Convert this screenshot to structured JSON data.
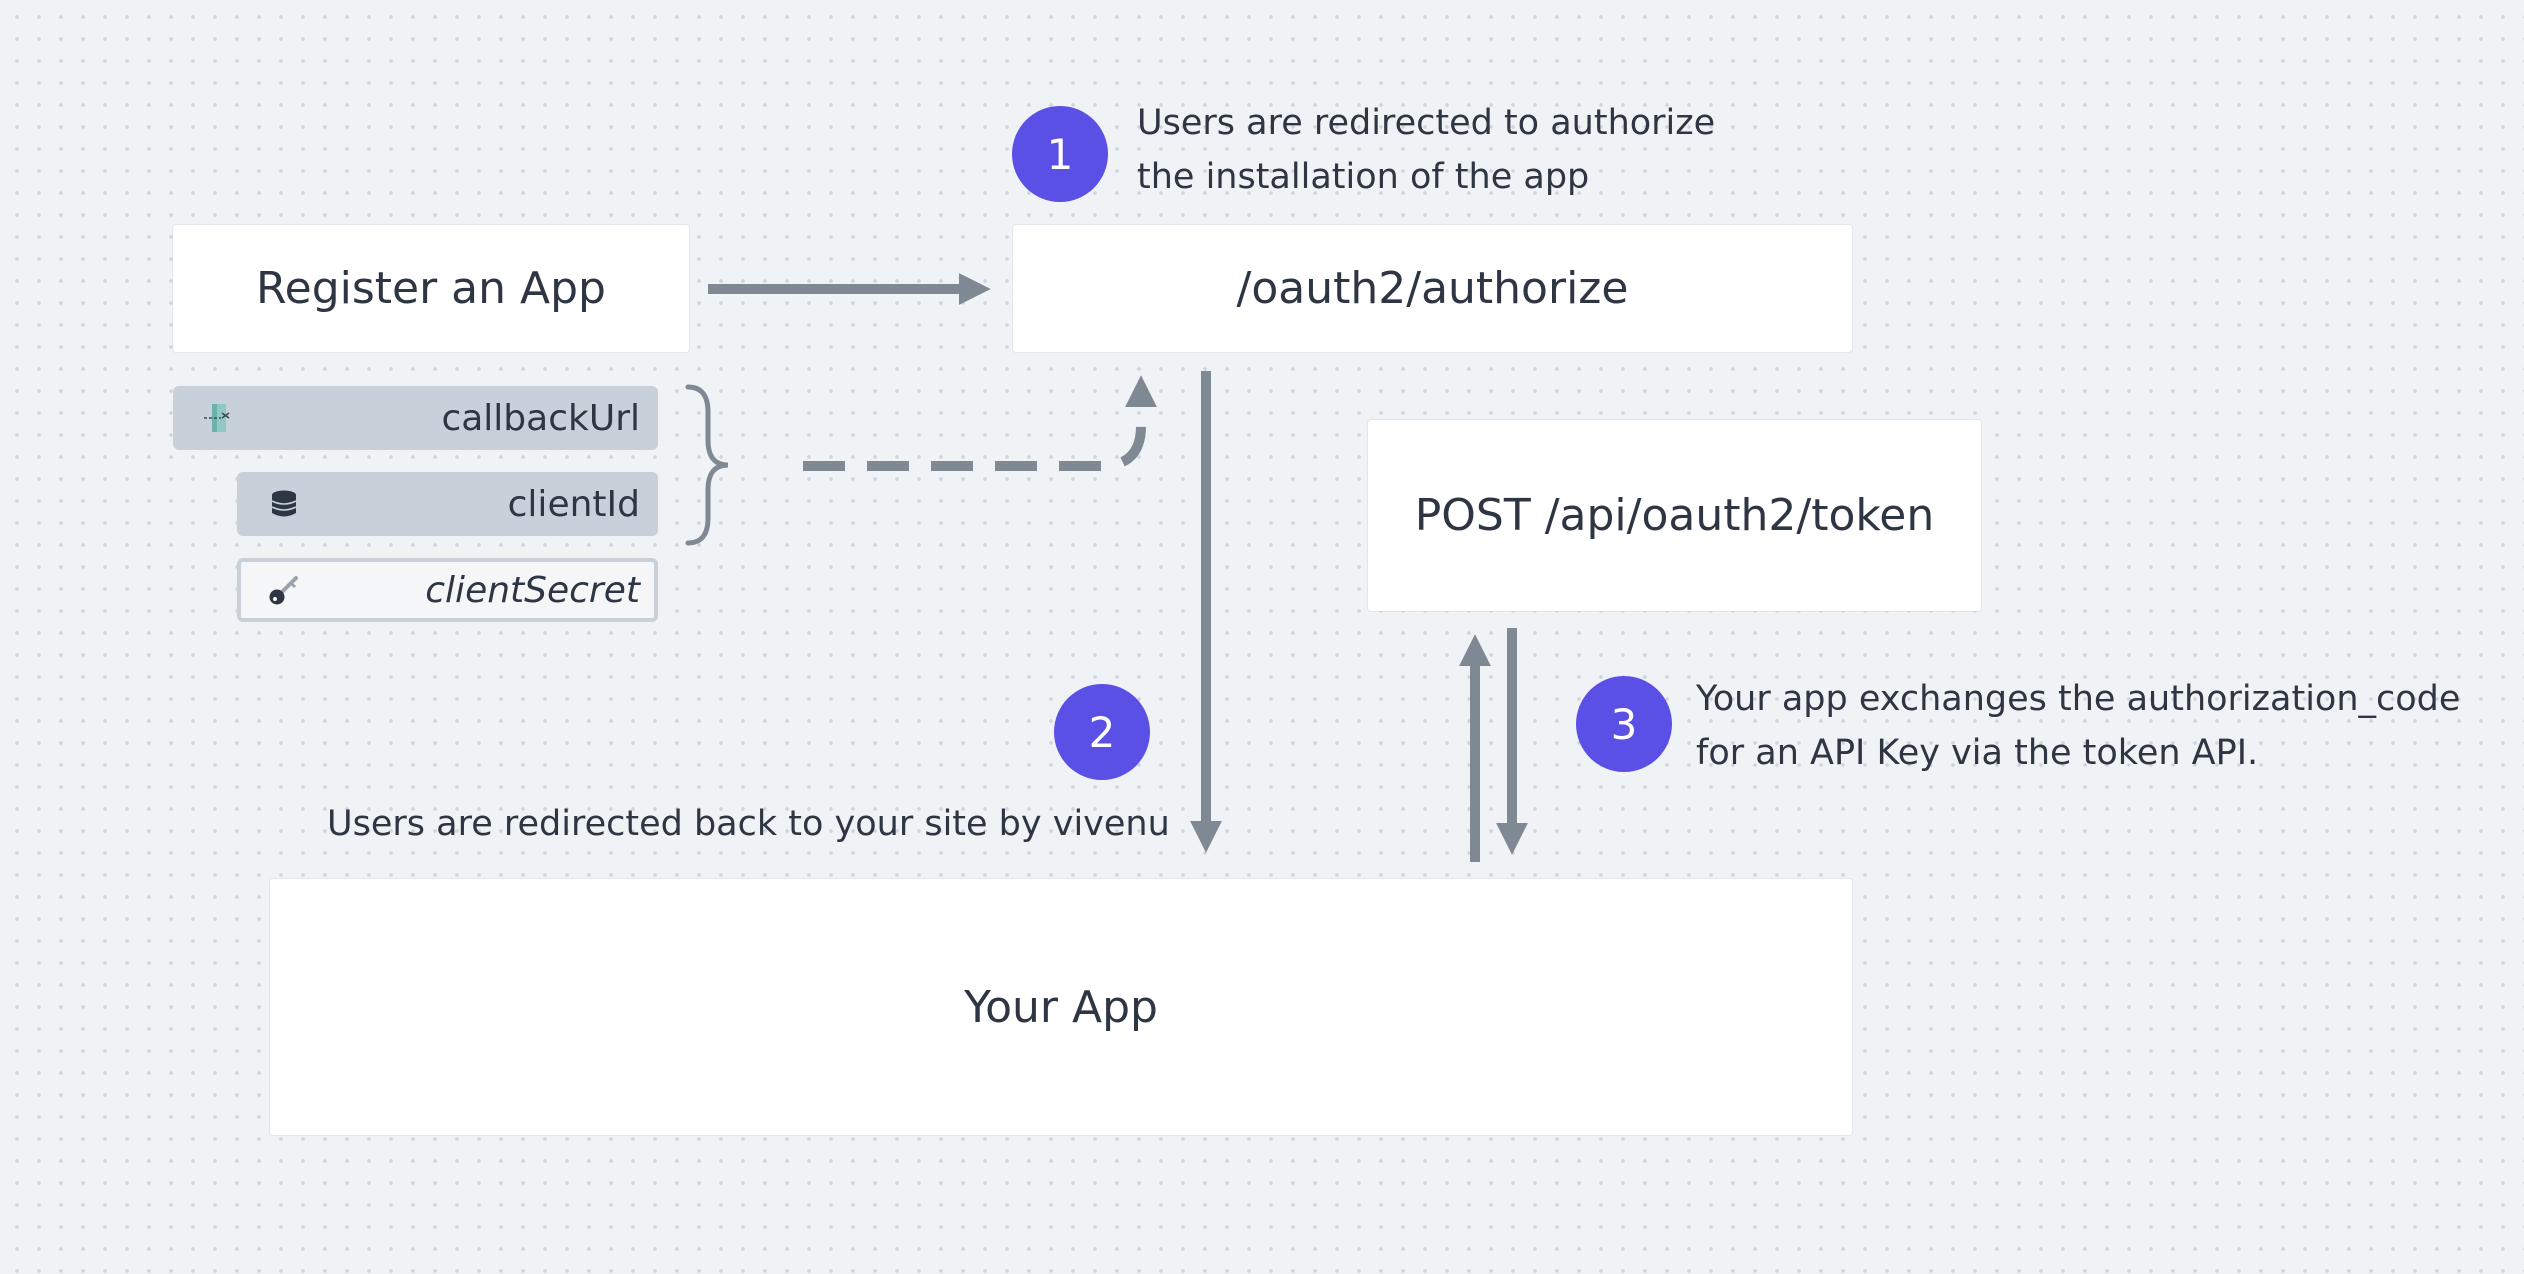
{
  "boxes": {
    "register": "Register an App",
    "authorize": "/oauth2/authorize",
    "token": "POST /api/oauth2/token",
    "your_app": "Your App"
  },
  "fields": {
    "callback_url": {
      "label": "callbackUrl",
      "icon": "door-arrow-icon"
    },
    "client_id": {
      "label": "clientId",
      "icon": "database-icon"
    },
    "client_secret": {
      "label": "clientSecret",
      "icon": "key-icon"
    }
  },
  "steps": {
    "one": {
      "number": "1",
      "lines": [
        "Users are redirected to authorize",
        "the installation of the app"
      ]
    },
    "two": {
      "number": "2",
      "lines": [
        "Users are redirected back to your site by vivenu"
      ]
    },
    "three": {
      "number": "3",
      "lines": [
        "Your app exchanges the authorization_code",
        "for an API Key via the token API."
      ]
    }
  },
  "colors": {
    "background": "#f0f3f6",
    "box": "#ffffff",
    "field": "#c8d0d9",
    "connector": "#7f8994",
    "step_badge": "#5b50e6",
    "text": "#2d3642"
  }
}
